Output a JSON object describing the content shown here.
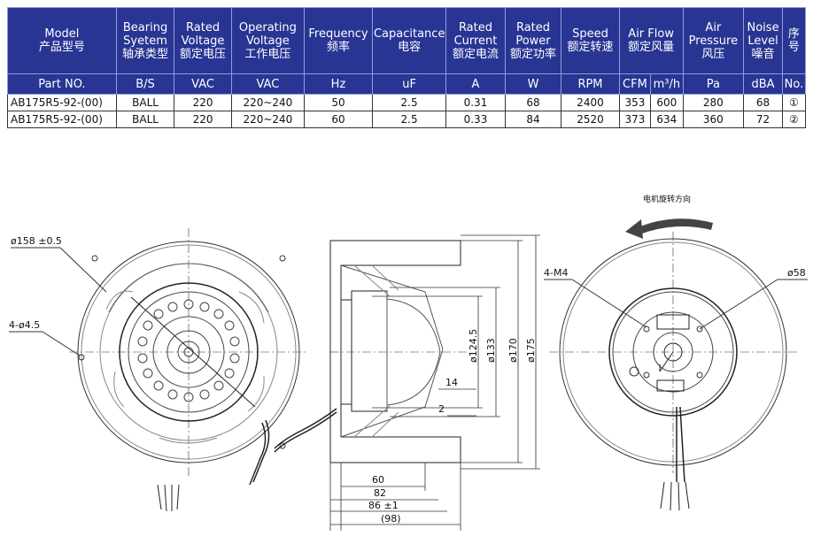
{
  "table": {
    "headers": [
      {
        "en": "Model",
        "cn": "产品型号",
        "unit": "Part NO."
      },
      {
        "en": "Bearing Syetem",
        "cn": "轴承类型",
        "unit": "B/S"
      },
      {
        "en": "Rated Voltage",
        "cn": "额定电压",
        "unit": "VAC"
      },
      {
        "en": "Operating Voltage",
        "cn": "工作电压",
        "unit": "VAC"
      },
      {
        "en": "Frequency",
        "cn": "频率",
        "unit": "Hz"
      },
      {
        "en": "Capacitance",
        "cn": "电容",
        "unit": "uF"
      },
      {
        "en": "Rated Current",
        "cn": "额定电流",
        "unit": "A"
      },
      {
        "en": "Rated Power",
        "cn": "额定功率",
        "unit": "W"
      },
      {
        "en": "Speed",
        "cn": "额定转速",
        "unit": "RPM"
      },
      {
        "en": "Air Flow",
        "cn": "额定风量",
        "unit_a": "CFM",
        "unit_b": "m³/h"
      },
      {
        "en": "Air Pressure",
        "cn": "风压",
        "unit": "Pa"
      },
      {
        "en": "Noise Level",
        "cn": "噪音",
        "unit": "dBA"
      },
      {
        "en": "",
        "cn": "序号",
        "unit": "No."
      }
    ],
    "rows": [
      [
        "AB175R5-92-(00)",
        "BALL",
        "220",
        "220~240",
        "50",
        "2.5",
        "0.31",
        "68",
        "2400",
        "353",
        "600",
        "280",
        "68",
        "①"
      ],
      [
        "AB175R5-92-(00)",
        "BALL",
        "220",
        "220~240",
        "60",
        "2.5",
        "0.33",
        "84",
        "2520",
        "373",
        "634",
        "360",
        "72",
        "②"
      ]
    ]
  },
  "drawing": {
    "front_labels": {
      "outer_dia": "ø158 ±0.5",
      "holes": "4-ø4.5"
    },
    "side_dims": {
      "d1": "ø124.5",
      "d2": "ø133",
      "d3": "ø170",
      "d4": "ø175",
      "w14": "14",
      "w2": "2",
      "w60": "60",
      "w82": "82",
      "w86": "86 ±1",
      "w98": "(98)"
    },
    "rear_labels": {
      "rotation": "电机旋转方向",
      "screws": "4-M4",
      "hub_dia": "ø58"
    }
  }
}
